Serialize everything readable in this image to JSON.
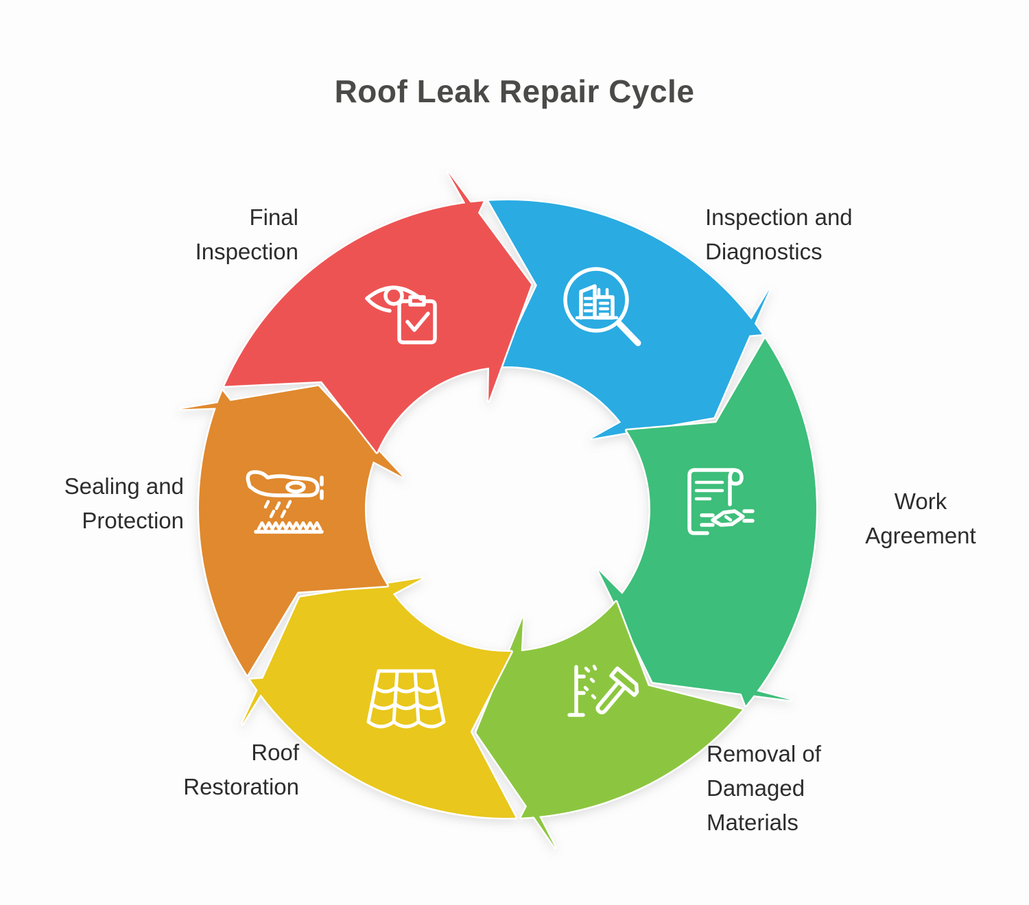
{
  "title": "Roof Leak Repair Cycle",
  "diagram": {
    "direction": "clockwise",
    "steps": [
      {
        "label": "Inspection and Diagnostics",
        "lines": [
          "Inspection and",
          "Diagnostics"
        ],
        "color": "#29abe2",
        "icon": "magnifier-buildings-icon"
      },
      {
        "label": "Work Agreement",
        "lines": [
          "Work",
          "Agreement"
        ],
        "color": "#3dbe7a",
        "icon": "document-handshake-icon"
      },
      {
        "label": "Removal of Damaged Materials",
        "lines": [
          "Removal of",
          "Damaged",
          "Materials"
        ],
        "color": "#8cc63f",
        "icon": "hammer-nails-icon"
      },
      {
        "label": "Roof Restoration",
        "lines": [
          "Roof",
          "Restoration"
        ],
        "color": "#e9c71e",
        "icon": "roof-tiles-icon"
      },
      {
        "label": "Sealing and Protection",
        "lines": [
          "Sealing and",
          "Protection"
        ],
        "color": "#e0892d",
        "icon": "plane-spray-icon"
      },
      {
        "label": "Final Inspection",
        "lines": [
          "Final",
          "Inspection"
        ],
        "color": "#ee5352",
        "icon": "eye-clipboard-icon"
      }
    ]
  }
}
